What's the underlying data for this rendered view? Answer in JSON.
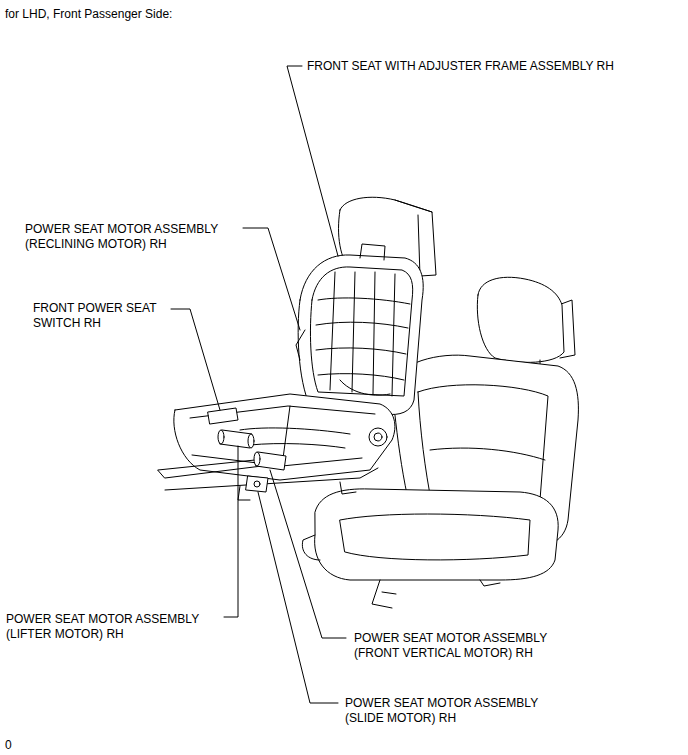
{
  "diagram": {
    "title": "for LHD, Front Passenger Side:",
    "labels": [
      "FRONT SEAT WITH ADJUSTER FRAME ASSEMBLY RH",
      "POWER SEAT MOTOR ASSEMBLY (RECLINING MOTOR) RH",
      "FRONT POWER SEAT SWITCH RH",
      "POWER SEAT MOTOR ASSEMBLY (LIFTER MOTOR) RH",
      "POWER SEAT MOTOR ASSEMBLY (FRONT VERTICAL MOTOR) RH",
      "POWER SEAT MOTOR ASSEMBLY (SLIDE MOTOR) RH",
      "0"
    ]
  }
}
